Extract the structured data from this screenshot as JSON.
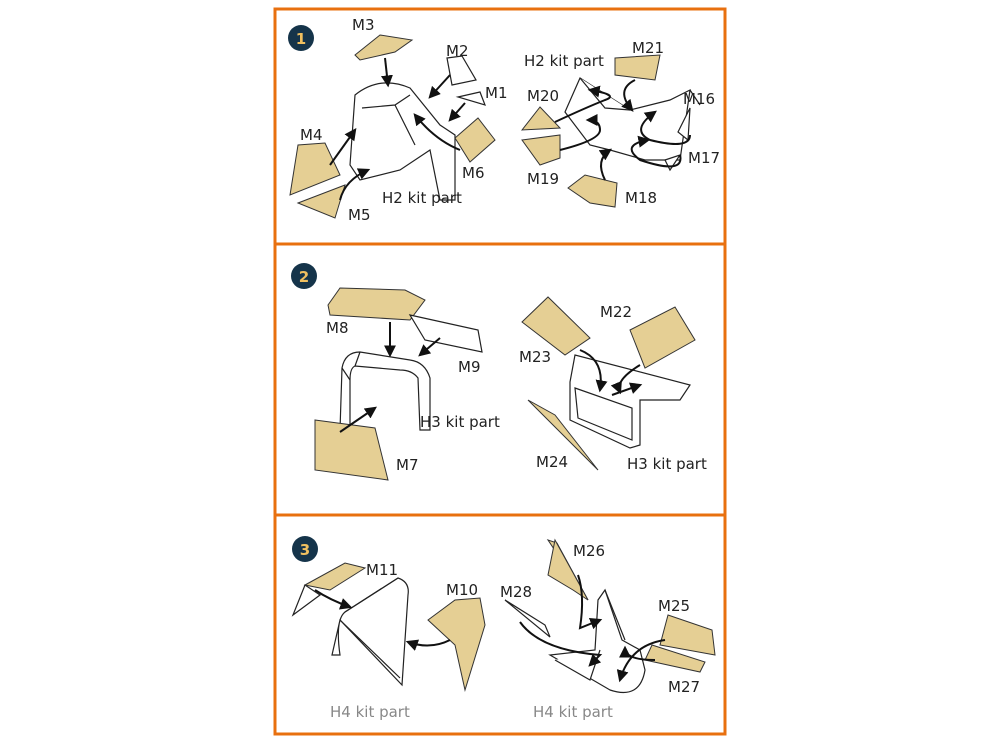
{
  "colors": {
    "frame": "#e8700f",
    "badge": "#15344a",
    "badge_text": "#f0c060",
    "mask": "#e5cf94"
  },
  "steps": [
    {
      "number": "1",
      "left": {
        "kit_label": "H2 kit part",
        "masks": [
          "M1",
          "M2",
          "M3",
          "M4",
          "M5",
          "M6"
        ]
      },
      "right": {
        "kit_label": "H2 kit part",
        "masks": [
          "M16",
          "M17",
          "M18",
          "M19",
          "M20",
          "M21"
        ]
      }
    },
    {
      "number": "2",
      "left": {
        "kit_label": "H3 kit part",
        "masks": [
          "M7",
          "M8",
          "M9"
        ]
      },
      "right": {
        "kit_label": "H3 kit part",
        "masks": [
          "M22",
          "M23",
          "M24"
        ]
      }
    },
    {
      "number": "3",
      "left": {
        "kit_label": "H4 kit part",
        "masks": [
          "M10",
          "M11"
        ]
      },
      "right": {
        "kit_label": "H4 kit part",
        "masks": [
          "M25",
          "M26",
          "M27",
          "M28"
        ]
      }
    }
  ]
}
